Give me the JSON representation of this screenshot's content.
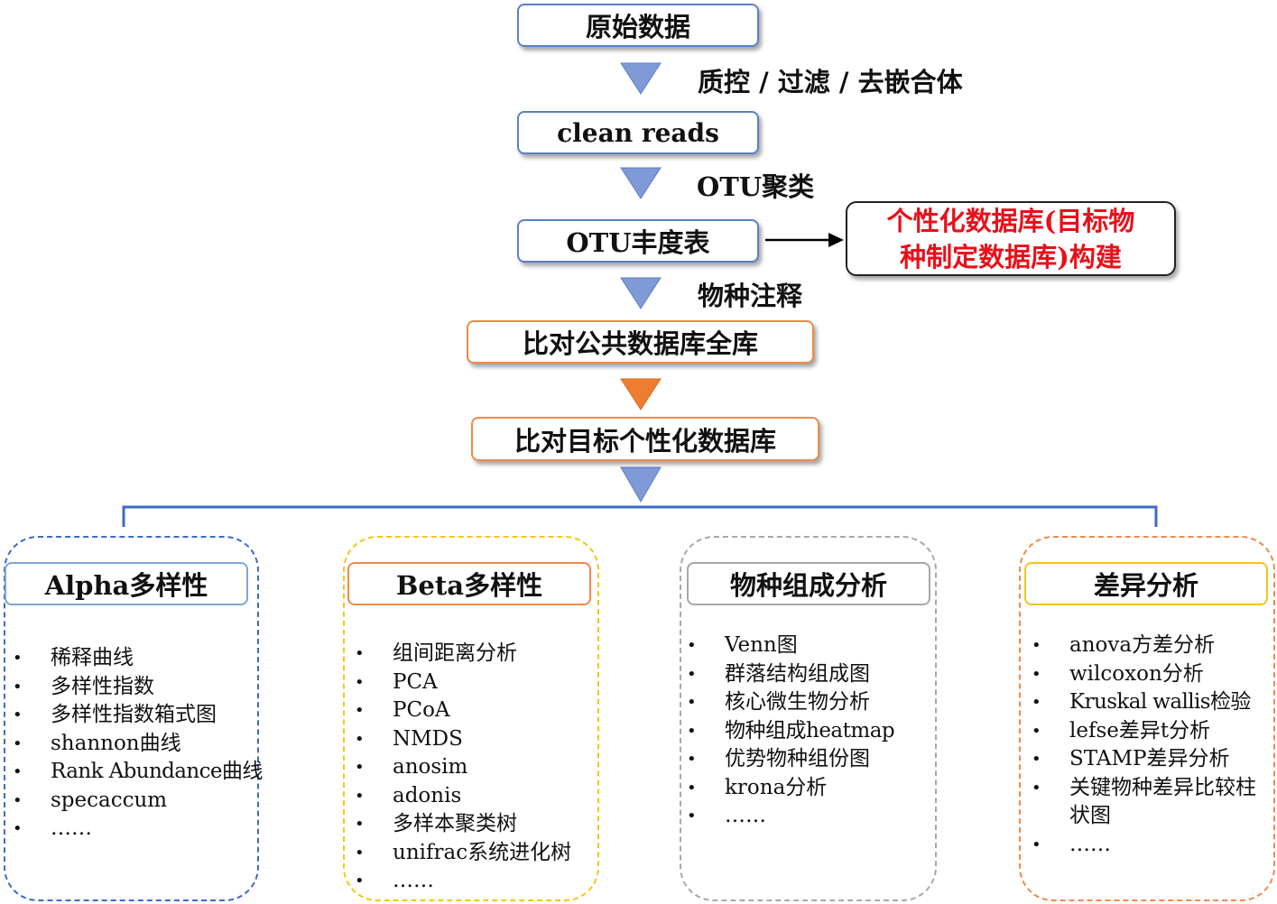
{
  "colors": {
    "blue": "#5b7fc8",
    "orange": "#f08a4b",
    "red": "#e8101a",
    "yellow": "#f5c518",
    "gray": "#a8a8a8",
    "arrow_blue": "#7f9ad6",
    "arrow_orange": "#ee7d31"
  },
  "flow": {
    "raw_data": "原始数据",
    "step1": "质控 / 过滤 / 去嵌合体",
    "clean_reads": "clean reads",
    "step2": "OTU聚类",
    "otu_table": "OTU丰度表",
    "custom_db_line1": "个性化数据库(目标物",
    "custom_db_line2": "种制定数据库)构建",
    "step3": "物种注释",
    "public_db": "比对公共数据库全库",
    "target_db": "比对目标个性化数据库"
  },
  "groups": [
    {
      "title": "Alpha多样性",
      "items": [
        "稀释曲线",
        "多样性指数",
        "多样性指数箱式图",
        "shannon曲线",
        "Rank Abundance曲线",
        "specaccum",
        "……"
      ]
    },
    {
      "title": "Beta多样性",
      "items": [
        "组间距离分析",
        "PCA",
        "PCoA",
        "NMDS",
        "anosim",
        "adonis",
        "多样本聚类树",
        "unifrac系统进化树",
        "……"
      ]
    },
    {
      "title": "物种组成分析",
      "items": [
        "Venn图",
        "群落结构组成图",
        "核心微生物分析",
        "物种组成heatmap",
        "优势物种组份图",
        "krona分析",
        "……"
      ]
    },
    {
      "title": "差异分析",
      "items": [
        "anova方差分析",
        "wilcoxon分析",
        "Kruskal wallis检验",
        "lefse差异t分析",
        "STAMP差异分析",
        "关键物种差异比较柱状图",
        "……"
      ]
    }
  ]
}
